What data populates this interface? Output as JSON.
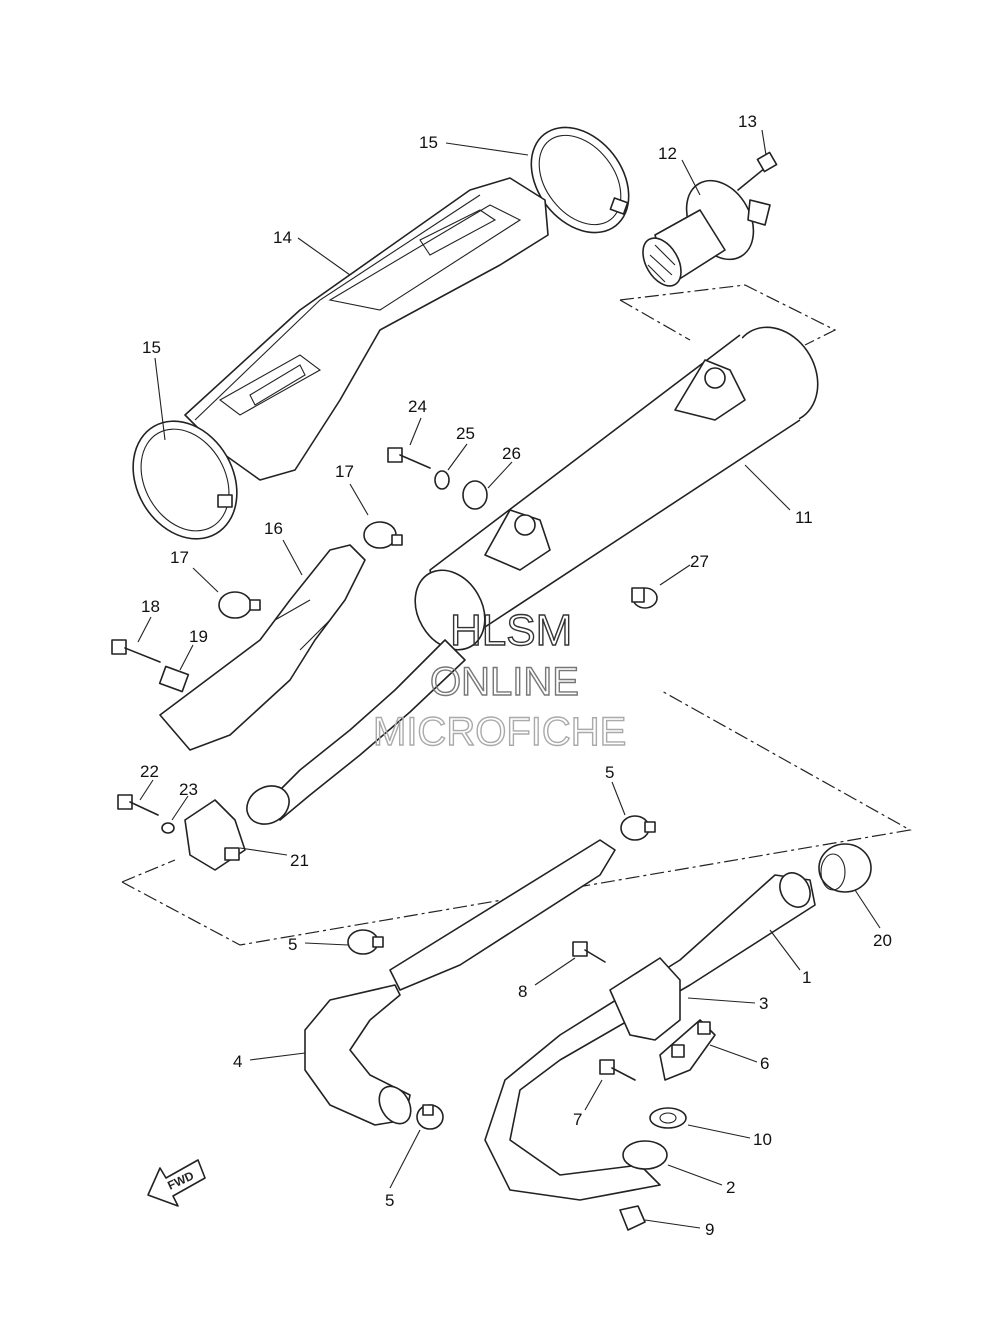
{
  "watermark": {
    "line1": "HLSM",
    "line2": "ONLINE",
    "line3": "MICROFICHE"
  },
  "direction_marker": "FWD",
  "callouts": {
    "c1": "1",
    "c2": "2",
    "c3": "3",
    "c4": "4",
    "c5a": "5",
    "c5b": "5",
    "c5c": "5",
    "c6": "6",
    "c7": "7",
    "c8": "8",
    "c9": "9",
    "c10": "10",
    "c11": "11",
    "c12": "12",
    "c13": "13",
    "c14": "14",
    "c15a": "15",
    "c15b": "15",
    "c16": "16",
    "c17a": "17",
    "c17b": "17",
    "c18": "18",
    "c19": "19",
    "c20": "20",
    "c21": "21",
    "c22": "22",
    "c23": "23",
    "c24": "24",
    "c25": "25",
    "c26": "26",
    "c27": "27"
  }
}
